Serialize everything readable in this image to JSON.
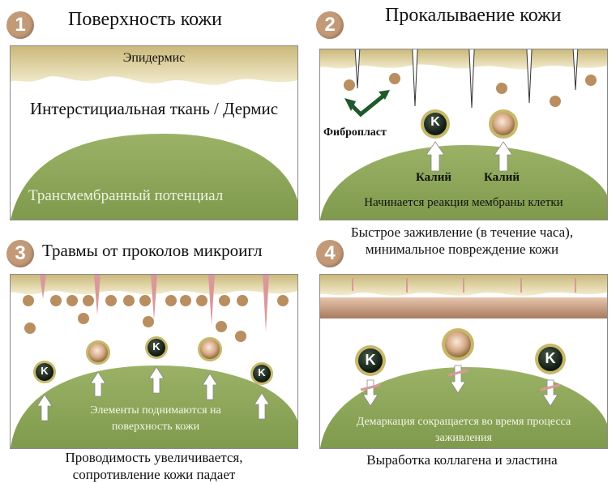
{
  "colors": {
    "dermis_green": "#8ca55a",
    "epidermis_tan": "#e6d9a8",
    "cell_brown": "#b98e60",
    "potassium_dark": "#1e2a1e",
    "number_badge": "#c39a78",
    "needle_pink": "#d9999b"
  },
  "panels": [
    {
      "number": "1",
      "title": "Поверхность кожи",
      "epidermis_label": "Эпидермис",
      "dermis_label": "Интерстициальная ткань / Дермис",
      "potential_label": "Трансмембранный потенциал"
    },
    {
      "number": "2",
      "title": "Прокалываение кожи",
      "fibroblast_label": "Фибропласт",
      "potassium_label_1": "Калий",
      "potassium_label_2": "Калий",
      "inner_caption": "Начинается реакция мембраны клетки",
      "caption": "Быстрое заживление (в течение часа), минимальное повреждение кожи"
    },
    {
      "number": "3",
      "title": "Травмы от проколов микроигл",
      "inner_caption": "Элементы поднимаются на поверхность кожи",
      "caption": "Проводимость увеличивается, сопротивление кожи падает"
    },
    {
      "number": "4",
      "inner_caption": "Демаркация сокращается во время процесса заживления",
      "caption": "Выработка коллагена и эластина"
    }
  ],
  "icons": [
    "potassium-ion-icon",
    "cell-icon",
    "needle-icon",
    "arrow-up-icon"
  ],
  "ion_symbol": "K"
}
